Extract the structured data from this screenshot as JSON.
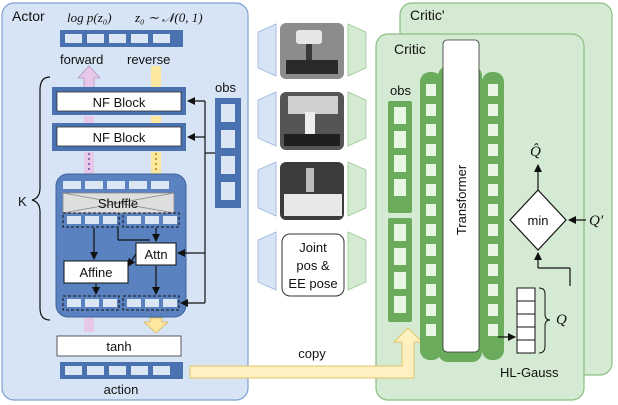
{
  "actor": {
    "title": "Actor",
    "formula_logp": "log p(z₀)",
    "formula_prior": "z₀ ∼ 𝒩(0, 1)",
    "forward_label": "forward",
    "reverse_label": "reverse",
    "nf_block_1": "NF Block",
    "nf_block_2": "NF Block",
    "obs_label": "obs",
    "k_label": "K",
    "shuffle_label": "Shuffle",
    "attn_label": "Attn",
    "affine_label": "Affine",
    "tanh_label": "tanh",
    "action_label": "action"
  },
  "middle": {
    "state_label": "Joint pos & EE pose",
    "state_line1": "Joint",
    "state_line2": "pos &",
    "state_line3": "EE pose"
  },
  "copy_label": "copy",
  "critic_prime": {
    "title": "Critic'"
  },
  "critic": {
    "title": "Critic",
    "obs_label": "obs",
    "transformer_label": "Transformer",
    "q_hat_label": "Q̂",
    "min_label": "min",
    "q_prime_label": "Q′",
    "q_label": "Q",
    "hl_gauss_label": "HL-Gauss"
  },
  "colors": {
    "actor_bg": "#d6e4f5",
    "nf_blue": "#4a72b0",
    "nf_inner": "#5b82c0",
    "critic_bg": "#d5ead2",
    "critic_column": "#6aab5c",
    "copy_arrow": "#fff0c2",
    "pink_arrow": "#e8c8e8",
    "yellow_arrow": "#fde8a0"
  }
}
